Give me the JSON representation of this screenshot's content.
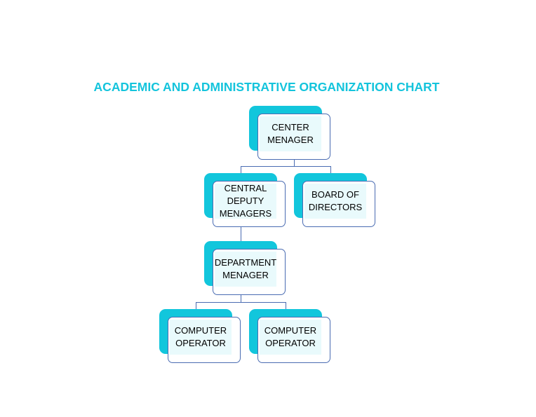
{
  "title": "ACADEMIC AND ADMINISTRATIVE ORGANIZATION CHART",
  "nodes": {
    "center_manager": "CENTER\nMENAGER",
    "central_deputy": "CENTRAL\nDEPUTY\nMENAGERS",
    "board": "BOARD OF\nDIRECTORS",
    "department": "DEPARTMENT\nMENAGER",
    "operator1": "COMPUTER\nOPERATOR",
    "operator2": "COMPUTER\nOPERATOR"
  },
  "colors": {
    "accent": "#12c6dc",
    "border": "#4a6cb2",
    "title": "#14c4dc"
  }
}
